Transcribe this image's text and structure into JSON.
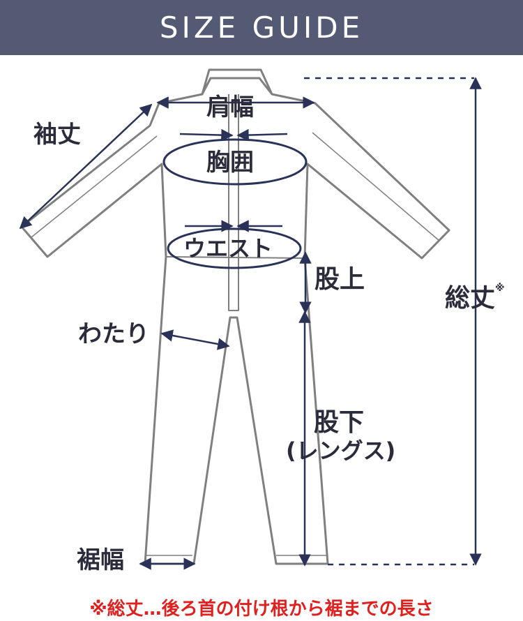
{
  "header": {
    "title": "SIZE GUIDE"
  },
  "labels": {
    "shoulder_width": "肩幅",
    "sleeve_length": "袖丈",
    "chest": "胸囲",
    "waist": "ウエスト",
    "rise": "股上",
    "thigh": "わたり",
    "inseam": "股下",
    "inseam_alt": "(レングス)",
    "hem_width": "裾幅",
    "total_length": "総丈",
    "total_length_mark": "※"
  },
  "footnote": "※総丈…後ろ首の付け根から裾までの長さ",
  "colors": {
    "header_bg": "#545a74",
    "garment_outline": "#7f7f7f",
    "measure_line": "#2a3357",
    "footnote_text": "#e0201e"
  }
}
